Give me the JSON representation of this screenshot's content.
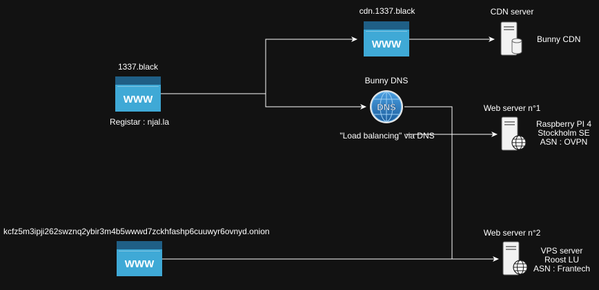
{
  "diagram": {
    "nodes": {
      "main_site": {
        "title": "1337.black",
        "icon_text": "WWW",
        "caption": "Registar : njal.la"
      },
      "cdn_site": {
        "title": "cdn.1337.black",
        "icon_text": "WWW"
      },
      "cdn_server": {
        "title": "CDN server",
        "label": "Bunny  CDN"
      },
      "dns": {
        "title": "Bunny DNS",
        "icon_text": "DNS",
        "caption": "\"Load balancing\" via DNS"
      },
      "web1": {
        "title": "Web server n°1",
        "line1": "Raspberry PI 4",
        "line2": "Stockholm SE",
        "line3": "ASN : OVPN"
      },
      "onion_site": {
        "title": "kcfz5m3ipji262swznq2ybir3m4b5wwwd7zckhfashp6cuuwyr6ovnyd.onion",
        "icon_text": "WWW"
      },
      "web2": {
        "title": "Web server n°2",
        "line1": "VPS server",
        "line2": "Roost LU",
        "line3": "ASN : Frantech"
      }
    },
    "edges": [
      {
        "from": "main_site",
        "to": "cdn_site"
      },
      {
        "from": "main_site",
        "to": "dns"
      },
      {
        "from": "cdn_site",
        "to": "cdn_server"
      },
      {
        "from": "dns",
        "to": "web1"
      },
      {
        "from": "dns",
        "to": "web2"
      },
      {
        "from": "onion_site",
        "to": "web2"
      }
    ],
    "colors": {
      "background": "#121212",
      "browser_body": "#3fa9d6",
      "browser_bar": "#1f5f86",
      "server_fill": "#f2f2f2",
      "server_stroke": "#666666",
      "globe": "#1e1e1e",
      "edge": "#ffffff",
      "dns_fill": "#2a7bc0"
    }
  }
}
